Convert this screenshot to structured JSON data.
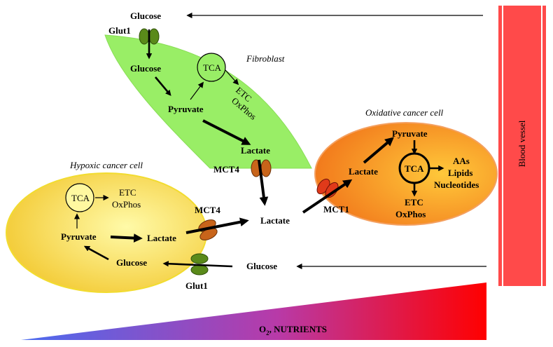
{
  "top_glucose": "Glucose",
  "bottom_glucose": "Glucose",
  "center_lactate": "Lactate",
  "blood_vessel": "Blood vessel",
  "gradient_label_main": "O",
  "gradient_label_sub": "2",
  "gradient_label_rest": ", NUTRIENTS",
  "fibroblast": {
    "title": "Fibroblast",
    "glut1": "Glut1",
    "glucose": "Glucose",
    "pyruvate": "Pyruvate",
    "tca": "TCA",
    "etc": "ETC",
    "oxphos": "OxPhos",
    "lactate": "Lactate",
    "mct4": "MCT4"
  },
  "hypoxic": {
    "title": "Hypoxic cancer cell",
    "tca": "TCA",
    "etc": "ETC",
    "oxphos": "OxPhos",
    "pyruvate": "Pyruvate",
    "lactate": "Lactate",
    "glucose": "Glucose",
    "mct4": "MCT4",
    "glut1": "Glut1"
  },
  "oxidative": {
    "title": "Oxidative cancer cell",
    "pyruvate": "Pyruvate",
    "lactate": "Lactate",
    "tca": "TCA",
    "aas": "AAs",
    "lipids": "Lipids",
    "nucleotides": "Nucleotides",
    "etc": "ETC",
    "oxphos": "OxPhos",
    "mct1": "MCT1"
  },
  "colors": {
    "fibroblast_fill": "#99ee66",
    "hypoxic_fill": "#f5d84a",
    "oxidative_fill": "#f49a2c",
    "vessel": "#ff4a4a",
    "gradient_start": "#4a6cf0",
    "gradient_end": "#ff0000",
    "mct4_color": "#c8641a",
    "glut1_color": "#5a8a1a",
    "mct1_color": "#e03a1a"
  }
}
